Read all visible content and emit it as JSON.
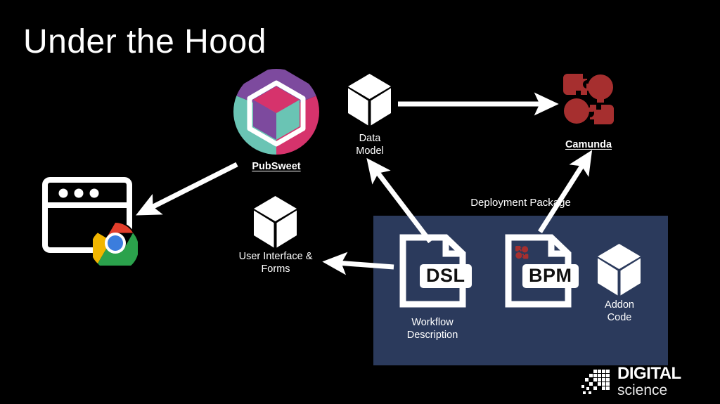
{
  "slide": {
    "title": "Under the Hood",
    "background_color": "#000000"
  },
  "nodes": {
    "pubsweet": {
      "label": "PubSweet",
      "icon": "pubsweet-cube-logo",
      "colors": {
        "purple": "#7d4a9e",
        "teal": "#6ac4b4",
        "pink": "#d6336c",
        "cube_top": "#d6336c",
        "cube_left": "#7d4a9e",
        "cube_right": "#6ac4b4"
      }
    },
    "data_model": {
      "label": "Data\nModel",
      "icon": "cube-icon"
    },
    "camunda": {
      "label": "Camunda",
      "icon": "camunda-logo",
      "color": "#a62f2f"
    },
    "browser": {
      "icon": "browser-window-icon",
      "overlay_icon": "chrome-logo",
      "chrome_colors": {
        "red": "#e33e2b",
        "yellow": "#f2b600",
        "green": "#2ba24c",
        "blue": "#3b7ddd"
      }
    },
    "user_interface": {
      "label": "User Interface &\nForms",
      "icon": "cube-icon"
    }
  },
  "deployment_package": {
    "caption": "Deployment Package",
    "panel_color": "#2b3a5c",
    "items": [
      {
        "tag": "DSL",
        "label": "Workflow\nDescription",
        "icon": "document-icon"
      },
      {
        "tag": "BPM",
        "label": "",
        "icon": "document-icon-with-camunda-badge"
      },
      {
        "tag": "",
        "label": "Addon\nCode",
        "icon": "cube-icon"
      }
    ],
    "workflow_label": "Workflow\nDescription",
    "addon_label": "Addon\nCode"
  },
  "branding": {
    "digital": "DIGITAL",
    "science": "science"
  }
}
